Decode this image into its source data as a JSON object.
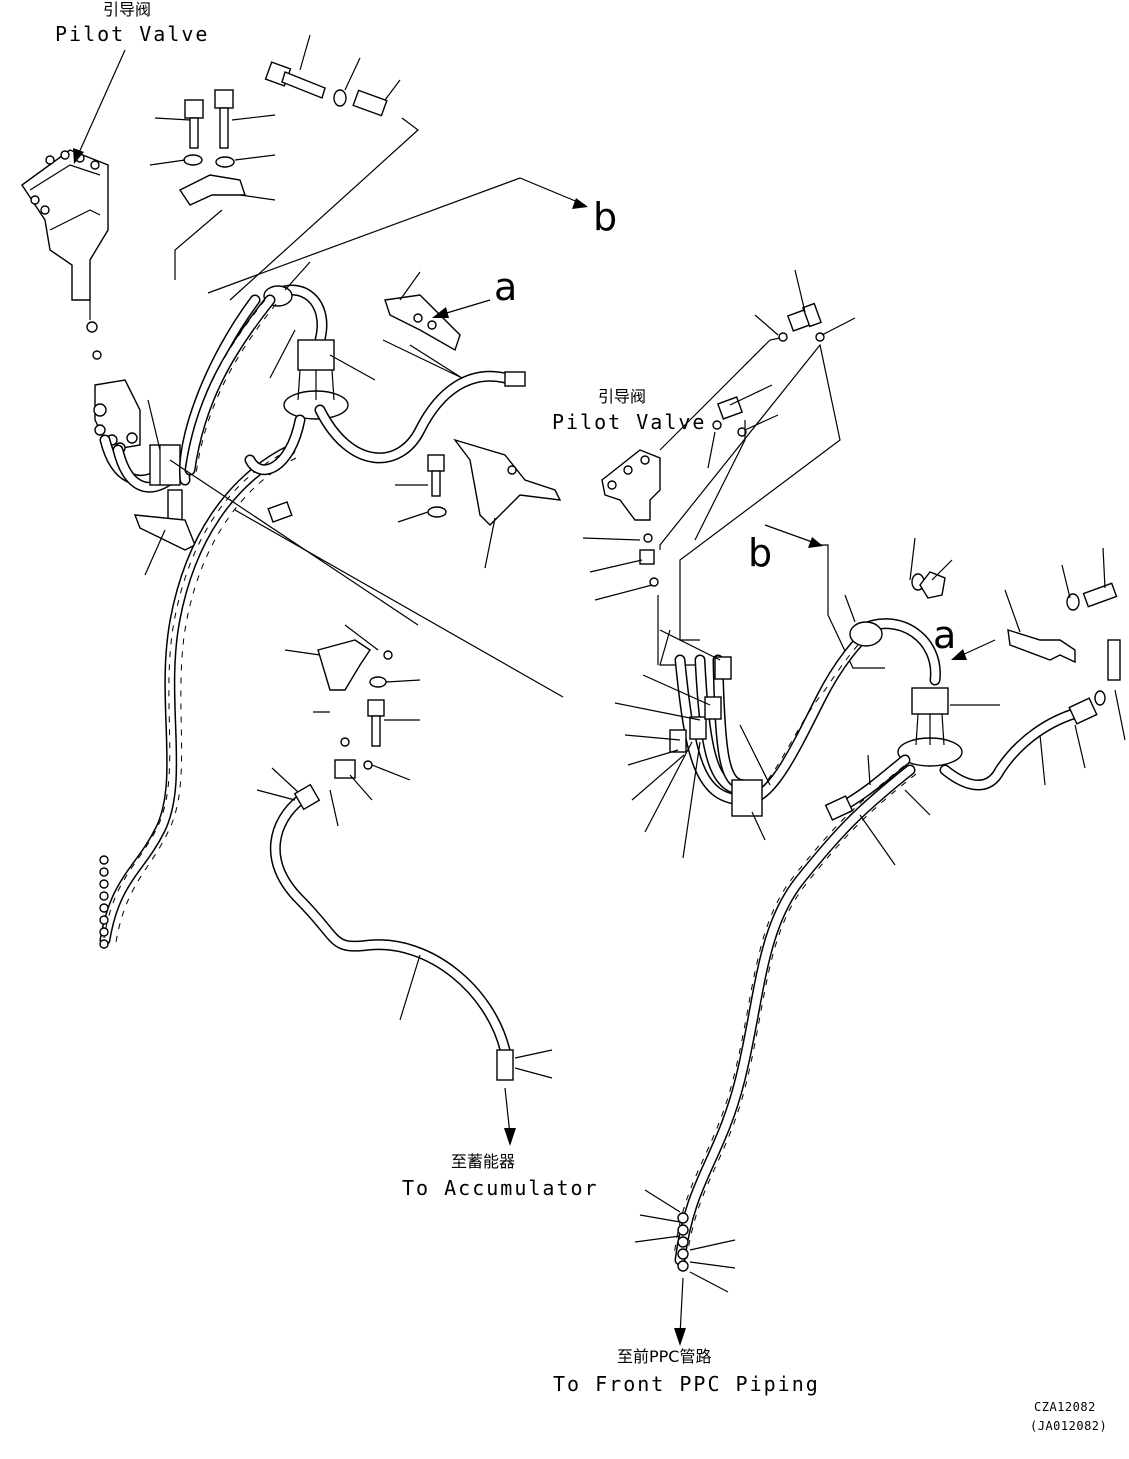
{
  "labels": {
    "pilot_valve_top_cn": "引导阀",
    "pilot_valve_top_en": "Pilot Valve",
    "pilot_valve_right_cn": "引导阀",
    "pilot_valve_right_en": "Pilot Valve",
    "ref_b_top": "b",
    "ref_a_top": "a",
    "ref_b_right": "b",
    "ref_a_right": "a",
    "accumulator_cn": "至蓄能器",
    "accumulator_en": "To Accumulator",
    "front_ppc_cn": "至前PPC管路",
    "front_ppc_en": "To Front PPC Piping",
    "drawing_code": "CZA12082",
    "drawing_code_alt": "(JA012082)"
  }
}
